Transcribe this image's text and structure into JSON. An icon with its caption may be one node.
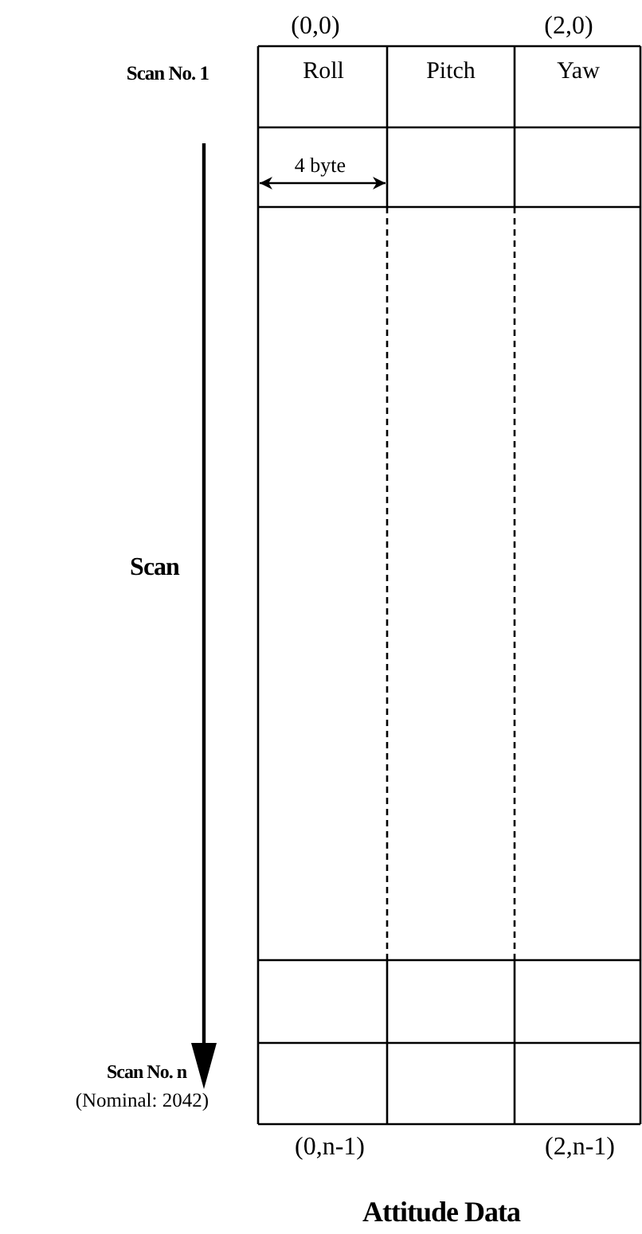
{
  "diagram": {
    "caption": "Attitude Data",
    "labels": [
      "(0,0)",
      "(2,0)",
      "Scan No. 1",
      "Roll",
      "Pitch",
      "Yaw",
      "4 byte",
      "Scan",
      "Scan No. n",
      "(Nominal: 2042)",
      "(0,n-1)",
      "(2,n-1)"
    ]
  }
}
